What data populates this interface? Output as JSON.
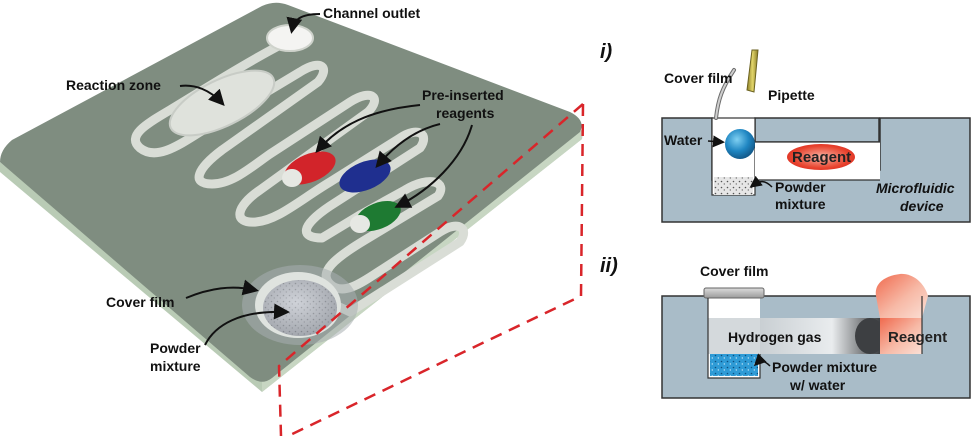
{
  "device_labels": {
    "channel_outlet": "Channel outlet",
    "reaction_zone": "Reaction zone",
    "pre_inserted_line1": "Pre-inserted",
    "pre_inserted_line2": "reagents",
    "cover_film": "Cover film",
    "powder_line1": "Powder",
    "powder_line2": "mixture"
  },
  "panel_i": {
    "tag": "i)",
    "cover_film": "Cover film",
    "pipette": "Pipette",
    "water": "Water",
    "reagent": "Reagent",
    "powder_line1": "Powder",
    "powder_line2": "mixture",
    "device_line1": "Microfluidic",
    "device_line2": "device"
  },
  "panel_ii": {
    "tag": "ii)",
    "cover_film": "Cover film",
    "hydrogen_gas": "Hydrogen gas",
    "reagent": "Reagent",
    "powder_line1": "Powder mixture",
    "powder_line2": "w/ water"
  },
  "colors": {
    "chip_top": "#7f8d80",
    "chip_edge": "#b9cbb5",
    "channel": "#d9ddd6",
    "reagent_red": "#d2242a",
    "reagent_blue": "#1f2f8f",
    "reagent_green": "#1e7a32",
    "section_fill": "#a9bcc8",
    "water_blue": "#1f7fb8",
    "dashed_red": "#d9252a"
  }
}
